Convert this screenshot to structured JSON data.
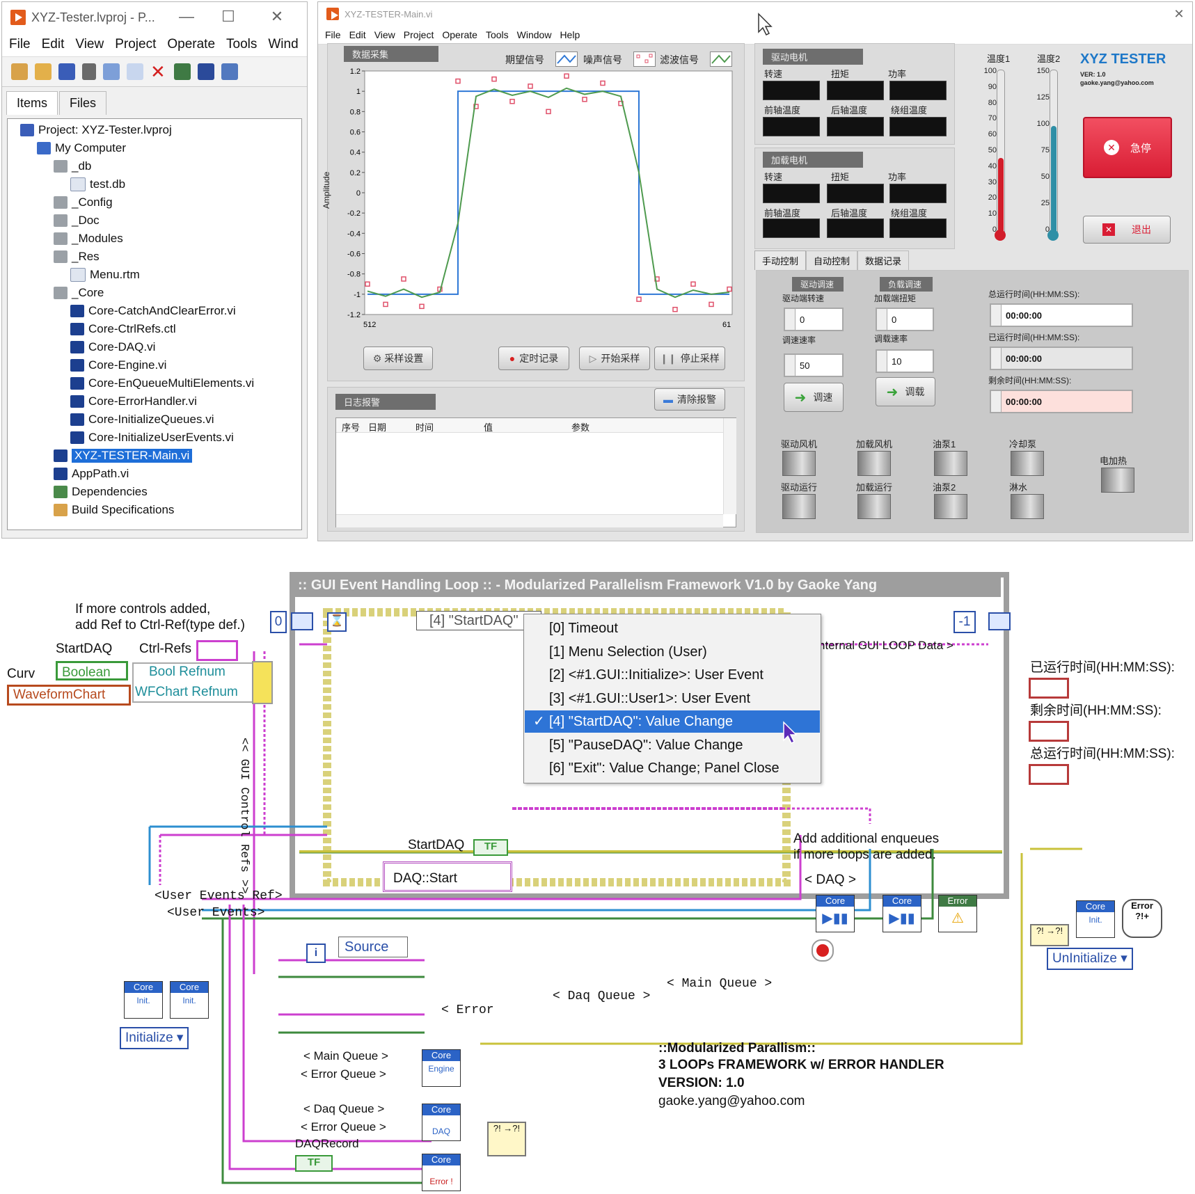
{
  "project_window": {
    "title": "XYZ-Tester.lvproj - P...",
    "menu": [
      "File",
      "Edit",
      "View",
      "Project",
      "Operate",
      "Tools",
      "Wind"
    ],
    "tabs": [
      "Items",
      "Files"
    ],
    "tree": [
      {
        "label": "Project: XYZ-Tester.lvproj",
        "type": "project",
        "level": 0
      },
      {
        "label": "My Computer",
        "type": "computer",
        "level": 1
      },
      {
        "label": "_db",
        "type": "folder",
        "level": 2
      },
      {
        "label": "test.db",
        "type": "file",
        "level": 3
      },
      {
        "label": "_Config",
        "type": "folder",
        "level": 2
      },
      {
        "label": "_Doc",
        "type": "folder",
        "level": 2
      },
      {
        "label": "_Modules",
        "type": "folder",
        "level": 2
      },
      {
        "label": "_Res",
        "type": "folder",
        "level": 2
      },
      {
        "label": "Menu.rtm",
        "type": "file",
        "level": 3
      },
      {
        "label": "_Core",
        "type": "folder",
        "level": 2
      },
      {
        "label": "Core-CatchAndClearError.vi",
        "type": "vi",
        "level": 3
      },
      {
        "label": "Core-CtrlRefs.ctl",
        "type": "ctl",
        "level": 3
      },
      {
        "label": "Core-DAQ.vi",
        "type": "vi",
        "level": 3
      },
      {
        "label": "Core-Engine.vi",
        "type": "vi",
        "level": 3
      },
      {
        "label": "Core-EnQueueMultiElements.vi",
        "type": "vi",
        "level": 3
      },
      {
        "label": "Core-ErrorHandler.vi",
        "type": "vi",
        "level": 3
      },
      {
        "label": "Core-InitializeQueues.vi",
        "type": "vi",
        "level": 3
      },
      {
        "label": "Core-InitializeUserEvents.vi",
        "type": "vi",
        "level": 3
      },
      {
        "label": "XYZ-TESTER-Main.vi",
        "type": "vi",
        "level": 2,
        "selected": true
      },
      {
        "label": "AppPath.vi",
        "type": "vi",
        "level": 2
      },
      {
        "label": "Dependencies",
        "type": "deps",
        "level": 2
      },
      {
        "label": "Build Specifications",
        "type": "build",
        "level": 2
      }
    ]
  },
  "main_window": {
    "title": "XYZ-TESTER-Main.vi",
    "menu": [
      "File",
      "Edit",
      "View",
      "Project",
      "Operate",
      "Tools",
      "Window",
      "Help"
    ],
    "daq_section": "数据采集",
    "legend": [
      "期望信号",
      "噪声信号",
      "滤波信号"
    ],
    "chart_ylabel": "Amplitude",
    "x_start": "512",
    "x_end": "61",
    "y_ticks": [
      "1.2",
      "1",
      "0.8",
      "0.6",
      "0.4",
      "0.2",
      "0",
      "-0.2",
      "-0.4",
      "-0.6",
      "-0.8",
      "-1",
      "-1.2"
    ],
    "buttons": {
      "sample_settings": "采样设置",
      "timed_record": "定时记录",
      "start_sampling": "开始采样",
      "stop_sampling": "停止采样"
    },
    "log_section": "日志报警",
    "clear_alarm": "清除报警",
    "log_columns": [
      "序号",
      "日期",
      "时间",
      "值",
      "参数"
    ],
    "drive_motor": {
      "title": "驱动电机",
      "labels": [
        "转速",
        "扭矩",
        "功率",
        "前轴温度",
        "后轴温度",
        "绕组温度"
      ]
    },
    "load_motor": {
      "title": "加载电机",
      "labels": [
        "转速",
        "扭矩",
        "功率",
        "前轴温度",
        "后轴温度",
        "绕组温度"
      ]
    },
    "temp1": {
      "label": "温度1",
      "ticks": [
        "100",
        "90",
        "80",
        "70",
        "60",
        "50",
        "40",
        "30",
        "20",
        "10",
        "0"
      ],
      "level": 47
    },
    "temp2": {
      "label": "温度2",
      "ticks": [
        "150",
        "125",
        "100",
        "75",
        "50",
        "25",
        "0"
      ],
      "level": 100
    },
    "brand": "XYZ TESTER",
    "version": "VER: 1.0",
    "email_small": "gaoke.yang@yahoo.com",
    "estop": "急停",
    "exit": "退出",
    "control_tabs": [
      "手动控制",
      "自动控制",
      "数据记录"
    ],
    "drive_speed": {
      "title": "驱动调速",
      "speed_label": "驱动端转速",
      "speed_value": "0",
      "rate_label": "调速速率",
      "rate_value": "50",
      "button": "调速"
    },
    "load_adjust": {
      "title": "负载调速",
      "torque_label": "加载端扭矩",
      "torque_value": "0",
      "rate_label": "调载速率",
      "rate_value": "10",
      "button": "调载"
    },
    "times": [
      {
        "label": "总运行时间(HH:MM:SS):",
        "value": "00:00:00"
      },
      {
        "label": "已运行时间(HH:MM:SS):",
        "value": "00:00:00"
      },
      {
        "label": "剩余时间(HH:MM:SS):",
        "value": "00:00:00"
      }
    ],
    "switches": [
      "驱动风机",
      "加载风机",
      "油泵1",
      "冷却泵",
      "电加热",
      "驱动运行",
      "加载运行",
      "油泵2",
      "淋水"
    ]
  },
  "diagram": {
    "loop_title": ":: GUI Event Handling Loop :: - Modularized Parallelism Framework V1.0 by Gaoke Yang",
    "comment_refs": "If more controls added,\nadd Ref to Ctrl-Ref(type def.)",
    "startdaq_label": "StartDAQ",
    "ctrlrefs_label": "Ctrl-Refs",
    "curv_label": "Curv",
    "boolean": "Boolean",
    "waveform": "WaveformChart",
    "bool_refnum": "Bool Refnum",
    "wf_refnum": "WFChart Refnum",
    "gui_refs_vertical": "<< GUI Control Refs >>",
    "timeout_const": "0",
    "neg_one": "-1",
    "case_selector": "[4] \"StartDAQ\"",
    "internal_data": "nternal GUI LOOP Data >",
    "menu_items": [
      "[0] Timeout",
      "[1] Menu Selection (User)",
      "[2] <#1.GUI::Initialize>: User Event",
      "[3] <#1.GUI::User1>: User Event",
      "[4] \"StartDAQ\": Value Change",
      "[5] \"PauseDAQ\": Value Change",
      "[6] \"Exit\": Value Change;  Panel Close"
    ],
    "checked_index": 4,
    "startdaq_inner": "StartDAQ",
    "tf": "TF",
    "daq_start": "DAQ::Start",
    "add_enqueues": "Add additional enqueues\nif more loops are added.",
    "daq_wire": "< DAQ >",
    "user_events_ref": "<User Events Ref>",
    "user_events": "<User Events>",
    "source": "Source",
    "main_queue": "< Main Queue >",
    "daq_queue": "< Daq Queue >",
    "error_wire": "< Error",
    "core": "Core",
    "error": "Error",
    "init": "Init.",
    "initialize": "Initialize",
    "uninitialize": "UnInitialize",
    "right_labels": [
      "已运行时间(HH:MM:SS):",
      "剩余时间(HH:MM:SS):",
      "总运行时间(HH:MM:SS):"
    ],
    "sub_main_queue": "< Main Queue >",
    "sub_error_queue_1": "< Error Queue >",
    "sub_daq_queue": "< Daq Queue >",
    "sub_error_queue_2": "< Error Queue >",
    "engine": "Engine",
    "daq": "DAQ",
    "error_sub": "Error !",
    "daqrecord": "DAQRecord",
    "footer": [
      "::Modularized Parallism::",
      "3 LOOPs FRAMEWORK w/ ERROR HANDLER",
      "VERSION: 1.0",
      "gaoke.yang@yahoo.com"
    ]
  },
  "chart_data": {
    "type": "line",
    "ylabel": "Amplitude",
    "ylim": [
      -1.2,
      1.2
    ],
    "x_tick_labels": [
      "512",
      "61"
    ],
    "series": [
      {
        "name": "期望信号",
        "color": "#2f78d6",
        "values": [
          -1,
          -1,
          -1,
          -1,
          -1,
          1,
          1,
          1,
          1,
          1,
          1,
          1,
          1,
          1,
          1,
          -1,
          -1,
          -1,
          -1,
          -1,
          -1
        ]
      },
      {
        "name": "噪声信号",
        "color": "#e0506a",
        "values": [
          -0.9,
          -1.1,
          -0.85,
          -1.12,
          -0.95,
          1.1,
          0.85,
          1.12,
          0.9,
          1.05,
          0.8,
          1.15,
          0.92,
          1.08,
          0.88,
          -1.05,
          -0.85,
          -1.15,
          -0.9,
          -1.1,
          -0.95
        ]
      },
      {
        "name": "滤波信号",
        "color": "#4e9a4e",
        "values": [
          -0.97,
          -1.02,
          -0.95,
          -1.03,
          -0.98,
          -0.3,
          0.95,
          1.02,
          0.96,
          1.0,
          0.94,
          1.03,
          0.97,
          1.0,
          0.95,
          0.2,
          -0.95,
          -1.03,
          -0.96,
          -1.0,
          -0.98
        ]
      }
    ]
  },
  "colors": {
    "selection": "#1e6ed8",
    "accent": "#e25b1b",
    "wire_pink": "#cc3fcf",
    "wire_blue": "#2d8fd0",
    "wire_green": "#3d8a3d",
    "error_wire": "#c9c23b"
  }
}
